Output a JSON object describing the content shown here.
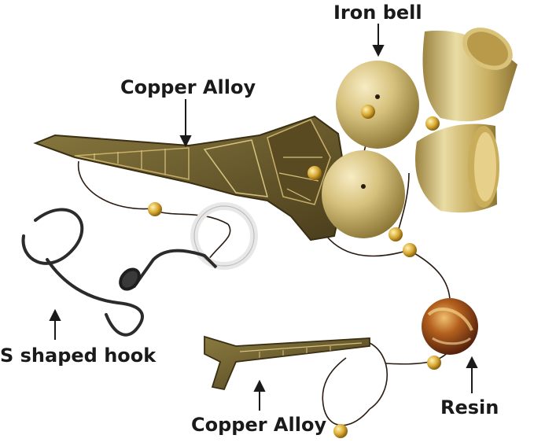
{
  "product_image": {
    "labels": {
      "iron_bell": "Iron bell",
      "copper_alloy_top": "Copper Alloy",
      "s_hook": "S shaped hook",
      "copper_alloy_bottom": "Copper Alloy",
      "resin": "Resin"
    },
    "colors": {
      "brass": "#c9b06a",
      "bronze": "#5b4a24",
      "cord": "#2a1a10",
      "hook": "#2b2b2b",
      "resin_bead": "#7a3a1a",
      "background": "#ffffff"
    }
  }
}
